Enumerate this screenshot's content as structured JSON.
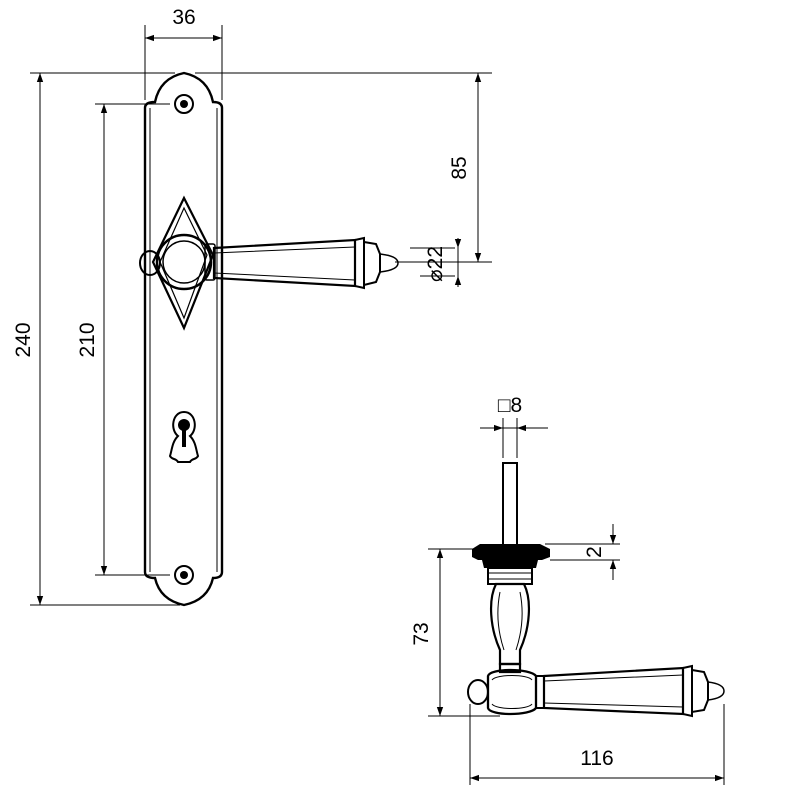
{
  "front_view": {
    "dim_plate_width": "36",
    "dim_overall_height": "240",
    "dim_hole_spacing": "210",
    "dim_lever_offset": "85",
    "dim_rose_diameter": "⌀22"
  },
  "side_view": {
    "dim_spindle_square": "□8",
    "dim_rosette_thickness": "2",
    "dim_lever_height": "73",
    "dim_lever_projection": "116"
  }
}
